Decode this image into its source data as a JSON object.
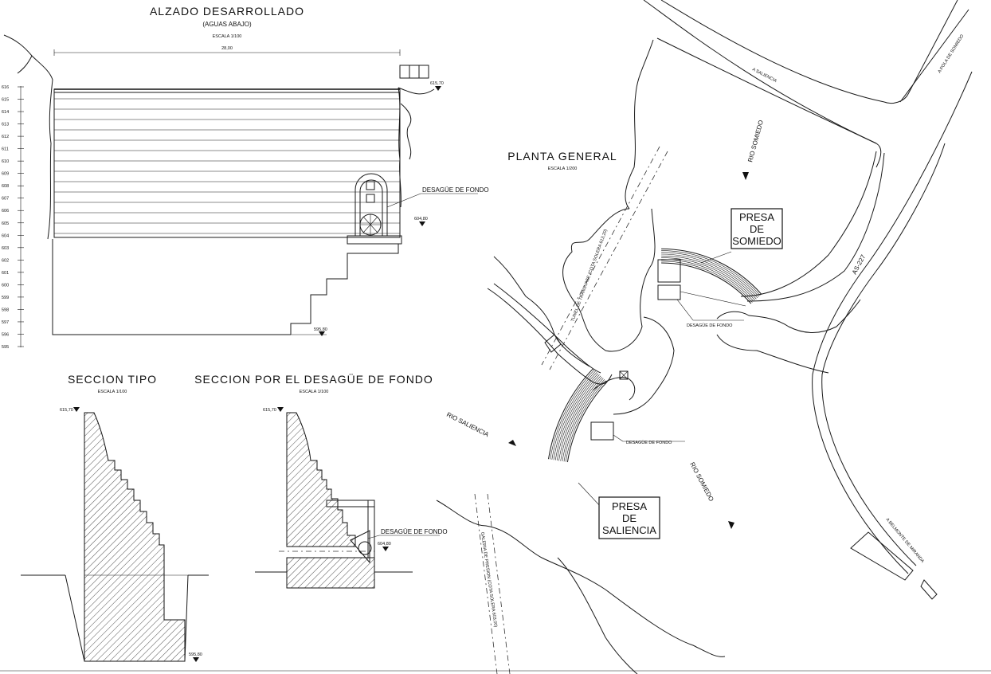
{
  "elevation": {
    "title": "ALZADO DESARROLLADO",
    "subtitle": "(AGUAS ABAJO)",
    "scale": "ESCALA 1/100",
    "width_dim": "28,00",
    "level_crest": "615,70",
    "level_outlet": "604,80",
    "level_base": "595,80",
    "outlet_label": "DESAGÜE DE FONDO",
    "ruler": [
      "616",
      "615",
      "614",
      "613",
      "612",
      "611",
      "610",
      "609",
      "608",
      "607",
      "606",
      "605",
      "604",
      "603",
      "602",
      "601",
      "600",
      "599",
      "598",
      "597",
      "596",
      "595"
    ]
  },
  "section_typical": {
    "title": "SECCION TIPO",
    "scale": "ESCALA 1/100",
    "level_top": "615,70",
    "level_bottom": "595,80"
  },
  "section_outlet": {
    "title": "SECCION POR EL DESAGÜE DE FONDO",
    "scale": "ESCALA 1/100",
    "level_top": "615,70",
    "level_outlet": "604,80",
    "outlet_label": "DESAGÜE DE FONDO"
  },
  "plan": {
    "title": "PLANTA GENERAL",
    "scale": "ESCALA 1/200",
    "dam_somiedo": [
      "PRESA",
      "DE",
      "SOMIEDO"
    ],
    "dam_saliencia": [
      "PRESA",
      "DE",
      "SALIENCIA"
    ],
    "outlet_label_1": "DESAGÜE DE FONDO",
    "outlet_label_2": "DESAGÜE DE FONDO",
    "river_somiedo_1": "RIO SOMIEDO",
    "river_somiedo_2": "RIO SOMIEDO",
    "river_saliencia": "RIO SALIENCIA",
    "road_a_saliencia": "A SALIENCIA",
    "road_a_pola": "A POLA DE SOMIEDO",
    "road_as227": "AS-227",
    "road_a_belmonte": "A BELMONTE DE MIRANDA",
    "tunnel": "TUNEL DE TRANSVASE (COTA SOLERA 613,20)",
    "gallery": "GALERIA DE PRESION (COTA SOLERA 603,00)"
  }
}
